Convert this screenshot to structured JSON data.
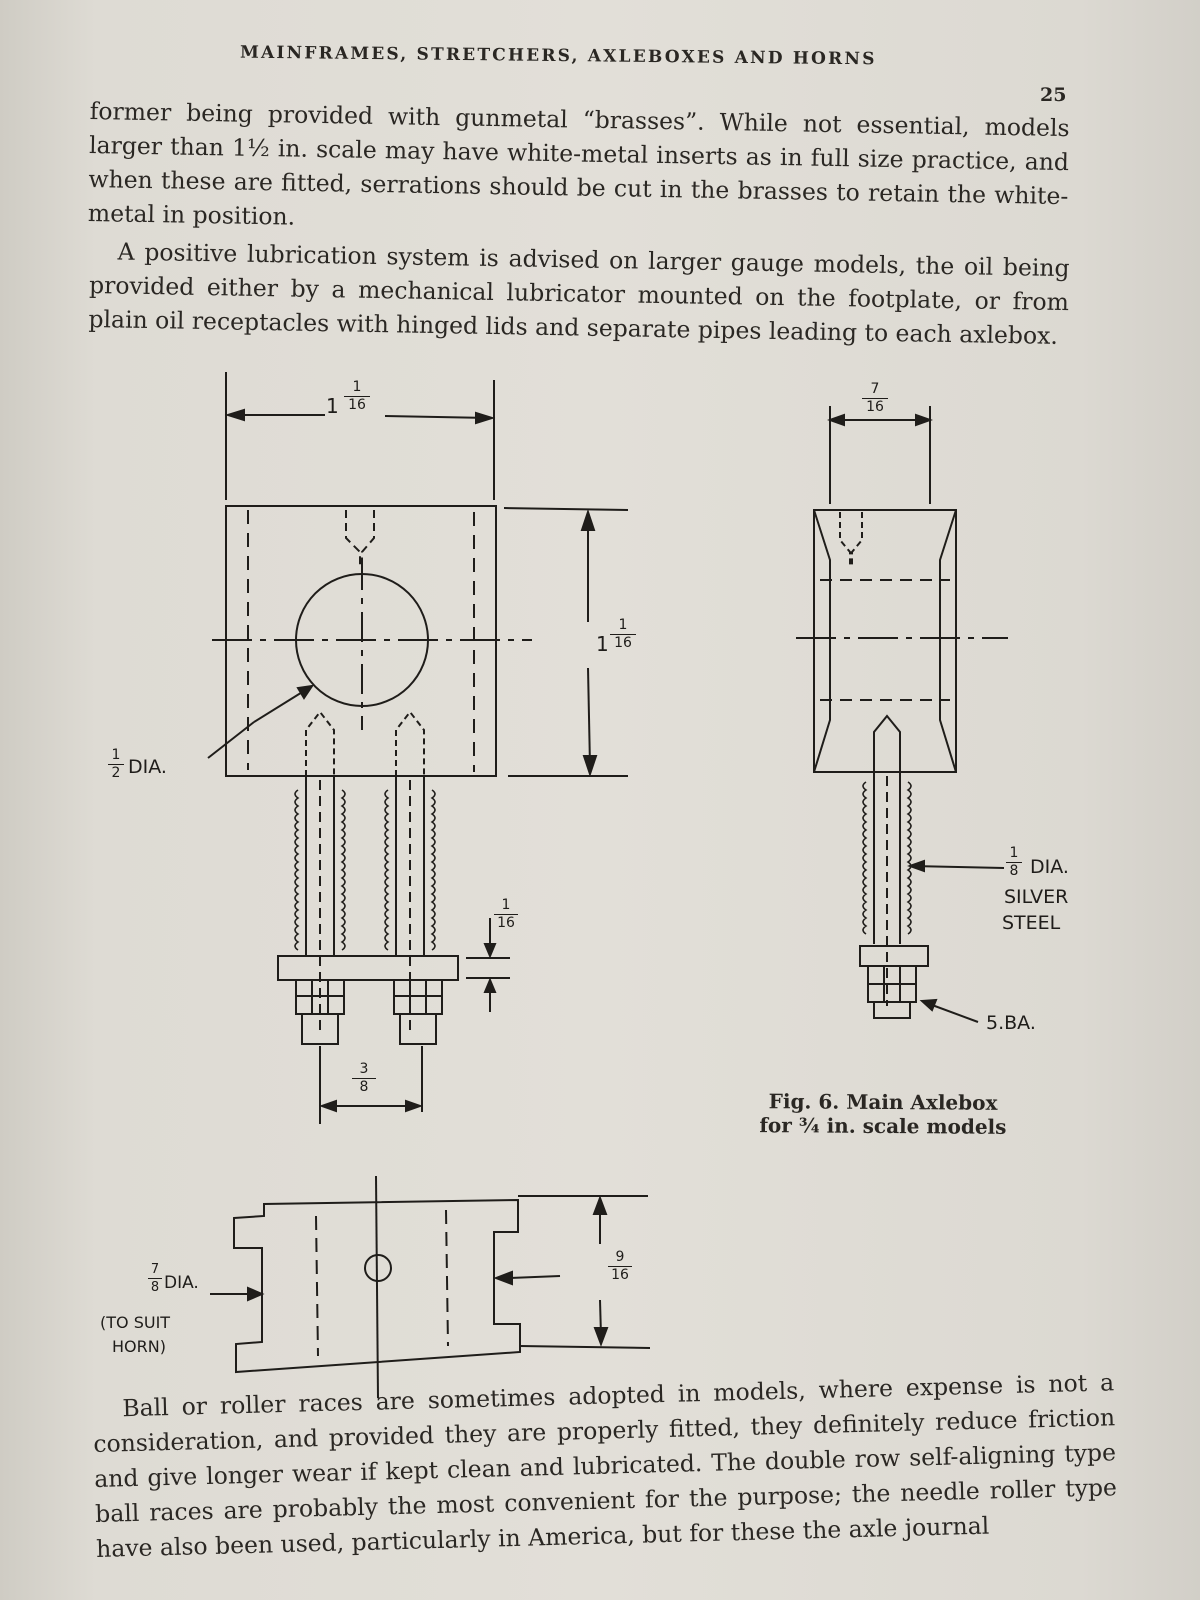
{
  "header": {
    "running_head": "MAINFRAMES, STRETCHERS, AXLEBOXES AND HORNS",
    "page_number": "25"
  },
  "body": {
    "paragraph_1": "former being provided with gunmetal “brasses”. While not essential, models larger than 1½ in. scale may have white-metal inserts as in full size practice, and when these are fitted, serrations should be cut in the brasses to retain the white-metal in position.",
    "paragraph_2": "A positive lubrication system is advised on larger gauge models, the oil being provided either by a mechanical lubricator mounted on the footplate, or from plain oil receptacles with hinged lids and separate pipes leading to each axlebox.",
    "paragraph_3": "Ball or roller races are sometimes adopted in models, where expense is not a consideration, and provided they are properly fitted, they definitely reduce friction and give longer wear if kept clean and lubricated. The double row self-aligning type ball races are probably the most convenient for the purpose; the needle roller type have also been used, particularly in America, but for these the axle journal"
  },
  "figure": {
    "caption_line_1": "Fig. 6. Main Axlebox",
    "caption_line_2": "for ¾ in. scale models",
    "labels": {
      "front_width_whole": "1",
      "front_width_num": "1",
      "front_width_den": "16",
      "front_height_whole": "1",
      "front_height_num": "1",
      "front_height_den": "16",
      "side_width_num": "7",
      "side_width_den": "16",
      "bore_num": "1",
      "bore_den": "2",
      "bore_text": "DIA.",
      "washer_num": "1",
      "washer_den": "16",
      "stud_spacing_num": "3",
      "stud_spacing_den": "8",
      "rod_num": "1",
      "rod_den": "8",
      "rod_text_1": "DIA.",
      "rod_text_2": "SILVER",
      "rod_text_3": "STEEL",
      "nut_text": "5.BA.",
      "plan_depth_num": "9",
      "plan_depth_den": "16",
      "plan_dia_num": "7",
      "plan_dia_den": "8",
      "plan_dia_text": "DIA.",
      "plan_note_1": "(TO SUIT",
      "plan_note_2": "HORN)"
    }
  }
}
